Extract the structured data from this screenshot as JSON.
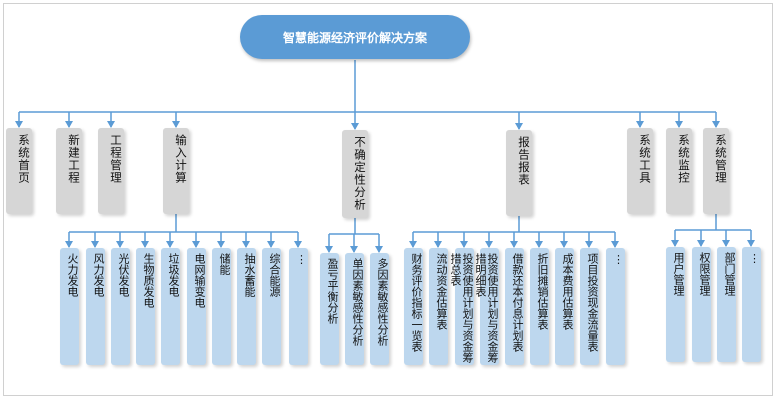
{
  "title": "智慧能源经济评价解决方案",
  "modules": [
    {
      "label": "系统首页",
      "children": []
    },
    {
      "label": "新建工程",
      "children": []
    },
    {
      "label": "工程管理",
      "children": []
    },
    {
      "label": "输入计算",
      "children": [
        "火力发电",
        "风力发电",
        "光伏发电",
        "生物质发电",
        "垃圾发电",
        "电网输变电",
        "储能",
        "抽水蓄能",
        "综合能源",
        "⋮"
      ]
    },
    {
      "label": "不确定性分析",
      "children": [
        "盈亏平衡分析",
        "单因素敏感性分析",
        "多因素敏感性分析"
      ]
    },
    {
      "label": "报告报表",
      "children": [
        "财务评价指标一览表",
        "流动资金估算表",
        "投资使用计划与资金筹措总表",
        "投资使用计划与资金筹措明细表",
        "借款还本付息计划表",
        "折旧摊销估算表",
        "成本费用估算表",
        "项目投资现金流量表",
        "⋮"
      ]
    },
    {
      "label": "系统工具",
      "children": []
    },
    {
      "label": "系统监控",
      "children": []
    },
    {
      "label": "系统管理",
      "children": [
        "用户管理",
        "权限管理",
        "部门管理",
        "⋮"
      ]
    }
  ],
  "colors": {
    "line": "#5b9bd5",
    "root": "#5b9bd5",
    "module": "#d6d6d6",
    "leaf": "#bdd7ee"
  }
}
